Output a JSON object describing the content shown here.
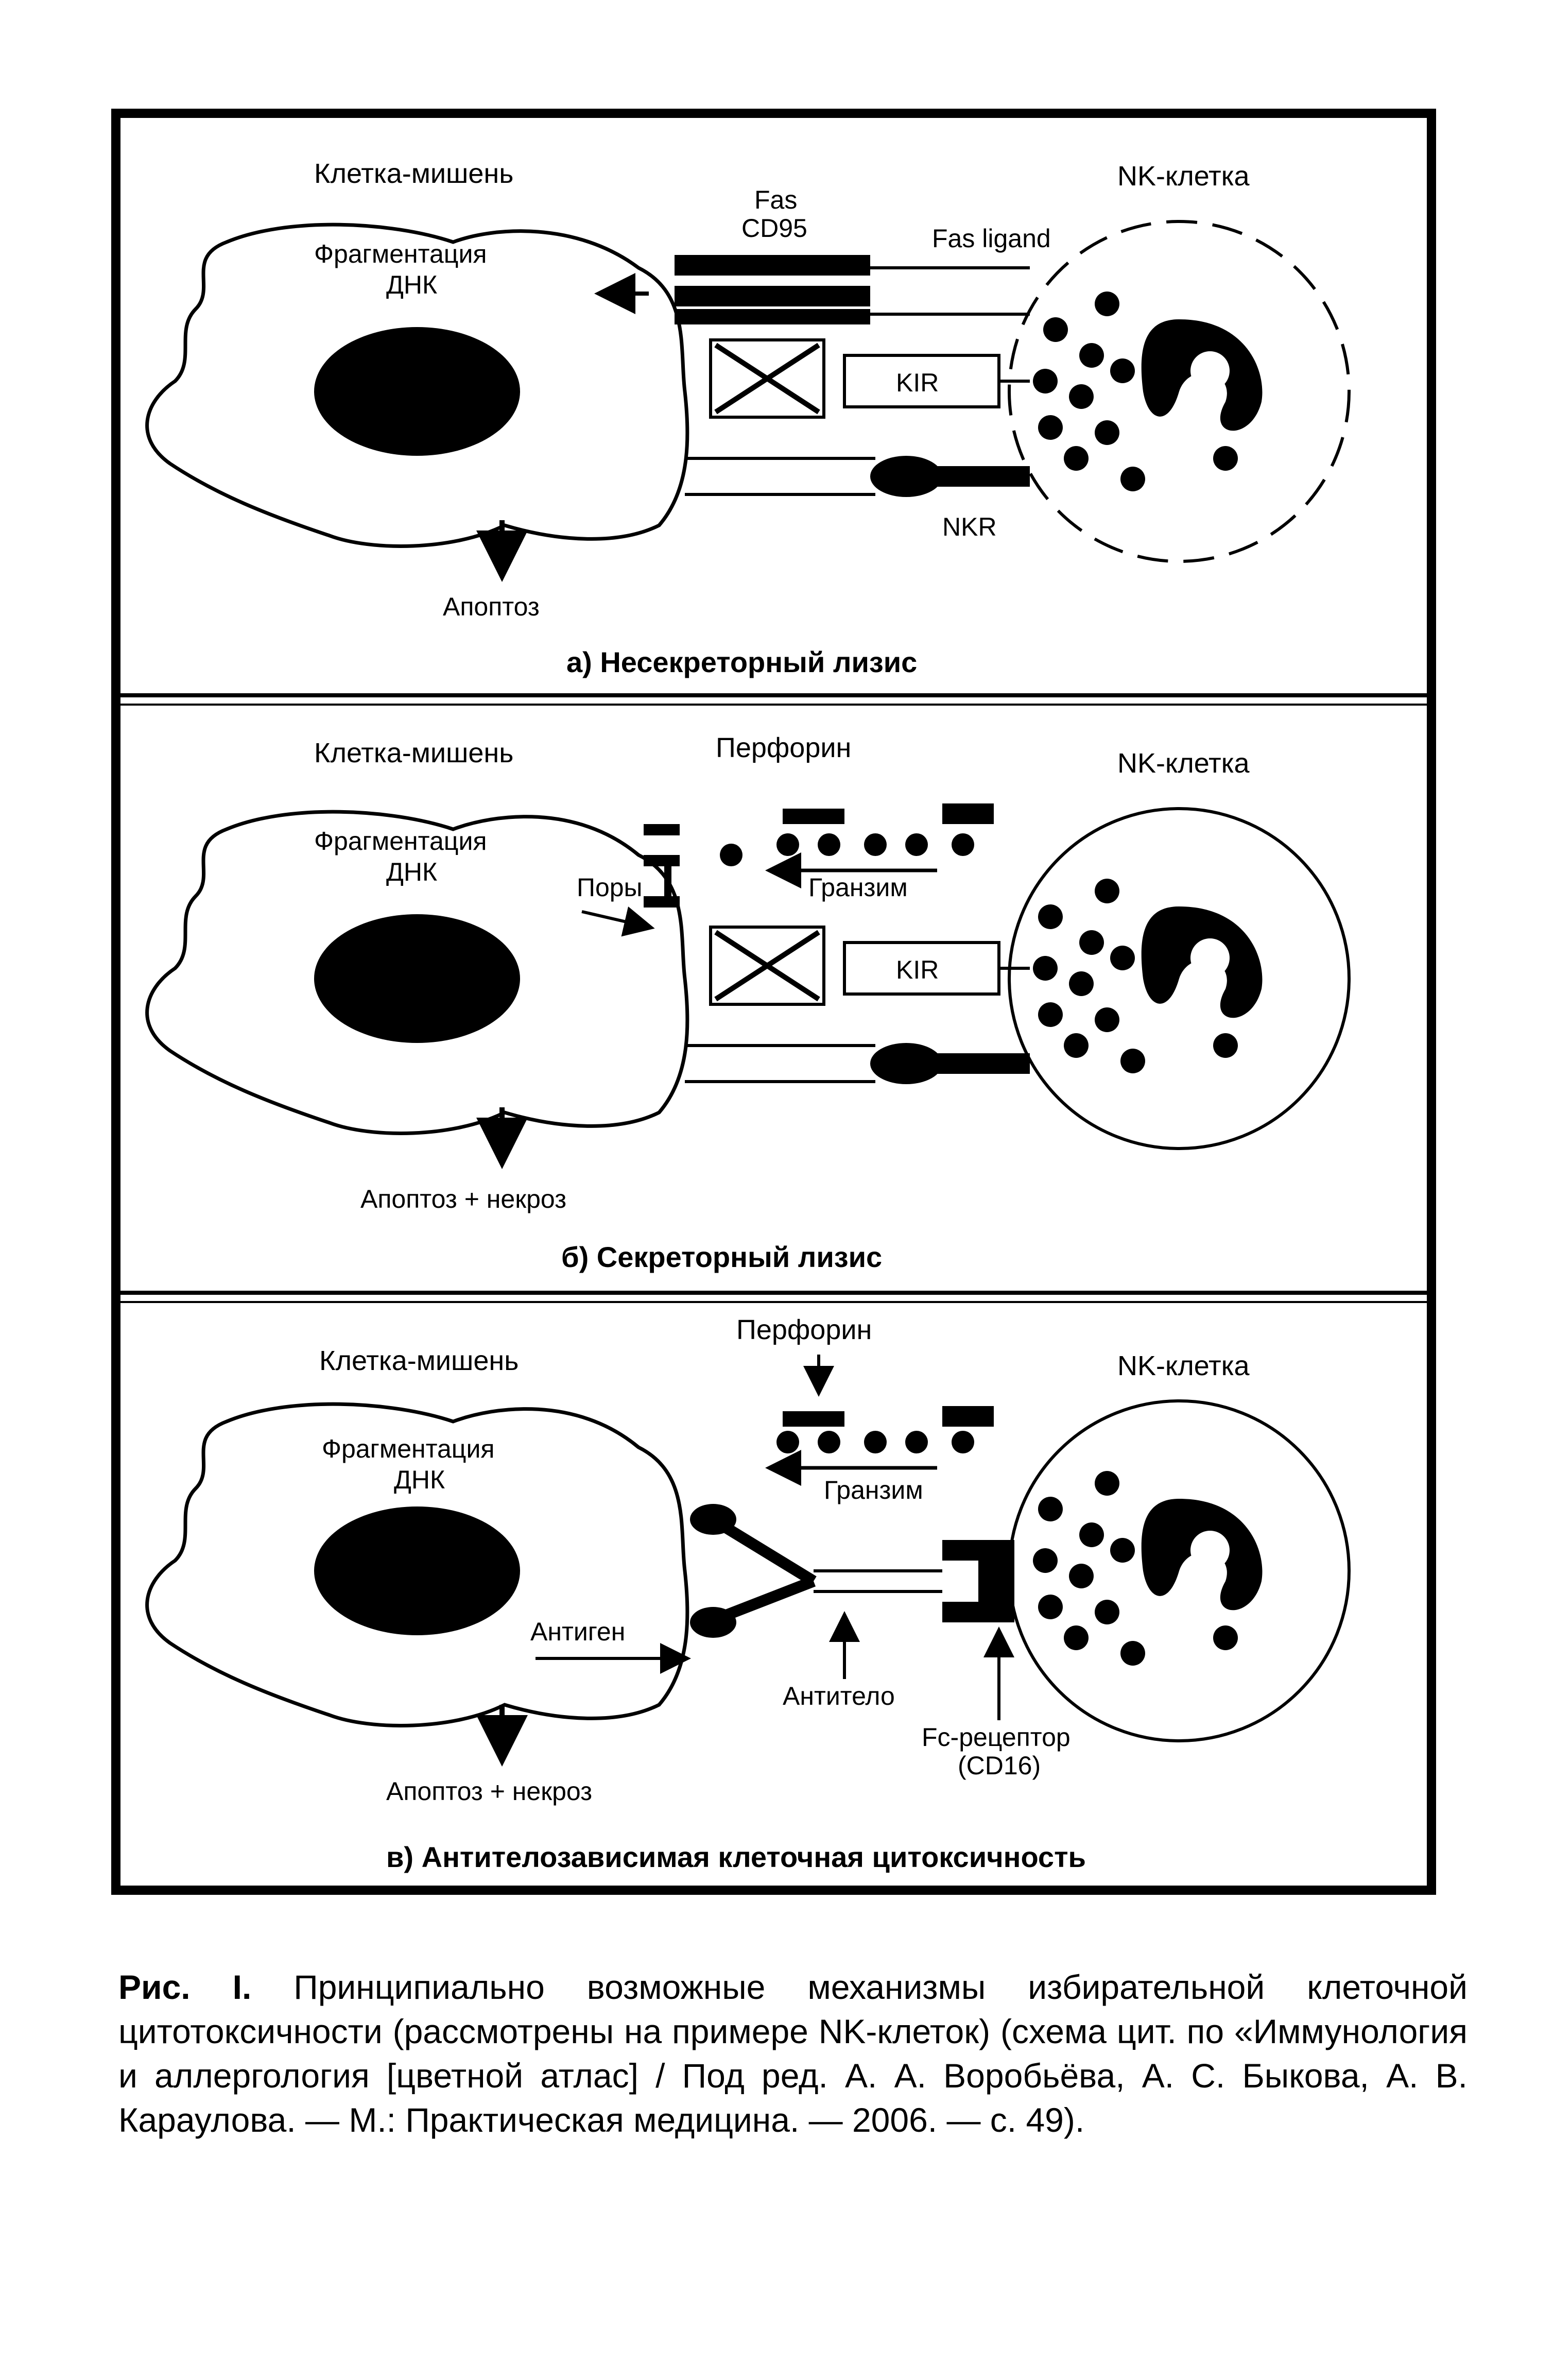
{
  "panels": [
    {
      "target_cell_label": "Клетка-мишень",
      "fragmentation_label": "Фрагментация ДНК",
      "nk_cell_label": "NK-клетка",
      "fas_label": "Fas",
      "cd95_label": "CD95",
      "fas_ligand_label": "Fas ligand",
      "kir_label": "KIR",
      "nkr_label": "NKR",
      "outcome_label": "Апоптоз",
      "caption": "а) Несекреторный лизис"
    },
    {
      "target_cell_label": "Клетка-мишень",
      "fragmentation_label": "Фрагментация ДНК",
      "nk_cell_label": "NK-клетка",
      "perforin_label": "Перфорин",
      "granzyme_label": "Гранзим",
      "pores_label": "Поры",
      "kir_label": "KIR",
      "outcome_label": "Апоптоз + некроз",
      "caption": "б) Секреторный лизис"
    },
    {
      "target_cell_label": "Клетка-мишень",
      "fragmentation_label": "Фрагментация ДНК",
      "nk_cell_label": "NK-клетка",
      "perforin_label": "Перфорин",
      "granzyme_label": "Гранзим",
      "antigen_label": "Антиген",
      "antibody_label": "Антитело",
      "fc_receptor_label": "Fc-рецептор (CD16)",
      "outcome_label": "Апоптоз + некроз",
      "caption": "в) Антителозависимая клеточная цитоксичность"
    }
  ],
  "figure_caption": {
    "prefix": "Рис. I.",
    "text": "Принципиально возможные механизмы избирательной клеточной цитотоксичности (рассмотрены на примере NK-клеток) (схема цит. по «Иммунология и аллергология [цветной атлас] / Под ред. А. А. Воробьёва, А. С. Быкова, А. В. Караулова. — М.: Практическая медицина. — 2006. — с. 49)."
  }
}
